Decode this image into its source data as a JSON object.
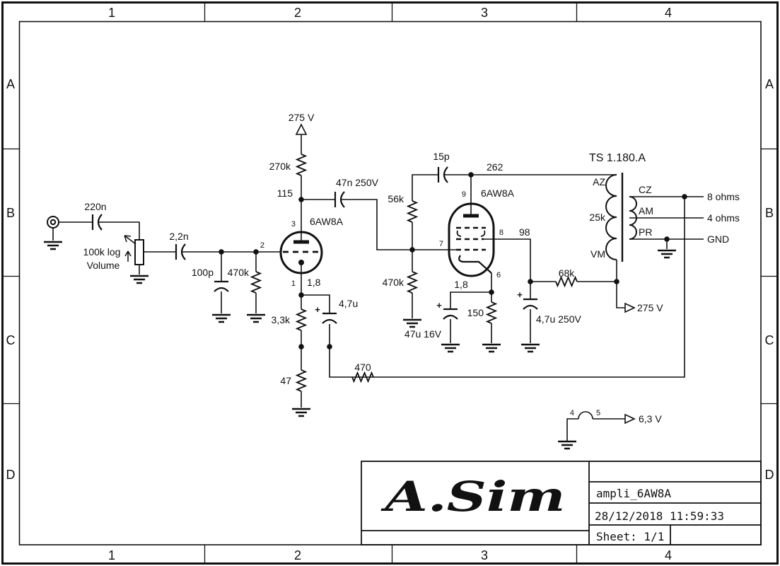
{
  "frame": {
    "cols": [
      "1",
      "2",
      "3",
      "4"
    ],
    "rows": [
      "A",
      "B",
      "C",
      "D"
    ]
  },
  "title_block": {
    "signature": "A.Sim",
    "project": "ampli_6AW8A",
    "datetime": "28/12/2018 11:59:33",
    "sheet": "Sheet: 1/1"
  },
  "plus": "+",
  "supply": {
    "b_plus": "275 V",
    "b_plus_right": "275 V",
    "heater": "6,3 V"
  },
  "input": {
    "cap": "220n",
    "pot_value": "100k log",
    "pot_name": "Volume",
    "cap_series": "2,2n",
    "cap_shunt": "100p",
    "r_grid": "470k"
  },
  "tube1": {
    "name": "6AW8A",
    "pin_plate": "3",
    "pin_grid": "2",
    "pin_cathode": "1",
    "v_plate": "115",
    "v_cathode": "1,8",
    "r_plate": "270k",
    "cap_coupling": "47n 250V",
    "r_cathode": "3,3k",
    "c_cathode": "4,7u",
    "r_tail": "47",
    "r_feedback": "470"
  },
  "tube2": {
    "name": "6AW8A",
    "pin_plate": "9",
    "pin_grid": "7",
    "pin_screen": "8",
    "pin_cathode": "6",
    "v_plate": "262",
    "v_screen": "98",
    "v_cathode": "1,8",
    "r_grid_stop": "56k",
    "c_feedback": "15p",
    "r_grid": "470k",
    "c_cathode": "47u 16V",
    "r_cathode": "150",
    "r_screen": "68k",
    "c_screen": "4,7u 250V"
  },
  "transformer": {
    "name": "TS 1.180.A",
    "primary_top": "AZ",
    "primary_impedance": "25k",
    "primary_bottom": "VM",
    "secondary_top": "CZ",
    "secondary_mid": "AM",
    "secondary_bottom": "PR",
    "tap_8": "8 ohms",
    "tap_4": "4 ohms",
    "tap_gnd": "GND"
  },
  "heater": {
    "pin_left": "4",
    "pin_right": "5"
  }
}
